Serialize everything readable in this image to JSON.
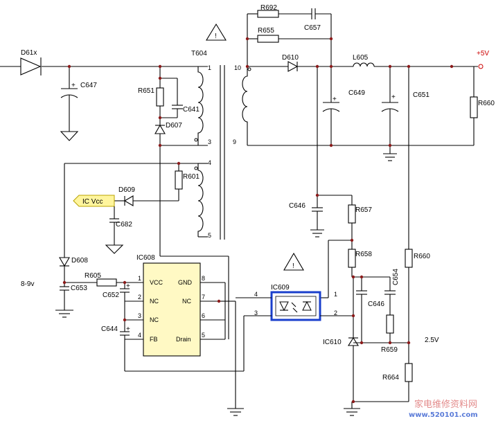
{
  "components": {
    "d61x": "D61x",
    "c647": "C647",
    "r651": "R651",
    "c641": "C641",
    "d607": "D607",
    "t604": "T604",
    "r692": "R692",
    "c657": "C657",
    "r655": "R655",
    "d610": "D610",
    "l605": "L605",
    "c649": "C649",
    "c651": "C651",
    "r660_top": "R660",
    "r601": "R601",
    "d609": "D609",
    "ic_vcc": "IC Vcc",
    "c682": "C682",
    "c646_top": "C646",
    "r657": "R657",
    "d608": "D608",
    "r605": "R605",
    "c653": "C653",
    "c652": "C652",
    "c644": "C644",
    "ic608": "IC608",
    "ic609": "IC609",
    "r658": "R658",
    "c654": "C654",
    "c646_bot": "C646",
    "r660_bot": "R660",
    "ic610": "IC610",
    "r659": "R659",
    "r664": "R664"
  },
  "pins": {
    "t1": "1",
    "t3": "3",
    "t4": "4",
    "t5": "5",
    "t9": "9",
    "t10": "10",
    "ic608_p1": "1",
    "ic608_p2": "2",
    "ic608_p3": "3",
    "ic608_p4": "4",
    "ic608_p5": "5",
    "ic608_p6": "6",
    "ic608_p7": "7",
    "ic608_p8": "8",
    "ic609_p1": "1",
    "ic609_p2": "2",
    "ic609_p3": "3",
    "ic609_p4": "4"
  },
  "ic608_labels": {
    "vcc": "VCC",
    "nc1": "NC",
    "nc2": "NC",
    "fb": "FB",
    "gnd": "GND",
    "nc3": "NC",
    "drain": "Drain"
  },
  "annotations": {
    "plus_5v": "+5V",
    "range_8_9v": "8-9v",
    "v_2_5": "2.5V",
    "plus1": "+",
    "plus2": "+",
    "plus3": "+",
    "plus4": "+",
    "plus5": "+",
    "warning": "!"
  },
  "watermark": {
    "text": "家电维修资料网",
    "url": "www.520101.com"
  },
  "colors": {
    "wire": "#000000",
    "junction": "#8b1a1a",
    "ic608_fill": "#fff9c4",
    "ic_vcc_fill": "#fff59d",
    "optocoupler_box": "#1a3fcc",
    "watermark_text": "#e38b8b",
    "watermark_url": "#5a7bd8",
    "plus5v_text": "#cc0000"
  }
}
